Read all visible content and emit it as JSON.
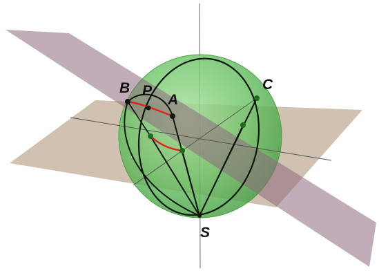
{
  "diagram": {
    "labels": {
      "B": "B",
      "P": "P",
      "A": "A",
      "C": "C",
      "S": "S"
    },
    "colors": {
      "sphere_fill": "#6cc366",
      "sphere_edge": "#4e9e49",
      "horizontal_plane": "#c4b09a",
      "tilted_plane": "#8e6a7e",
      "arc_highlight": "#e0241b",
      "curves": "#0d160d",
      "axis_lines": "#555555"
    }
  }
}
